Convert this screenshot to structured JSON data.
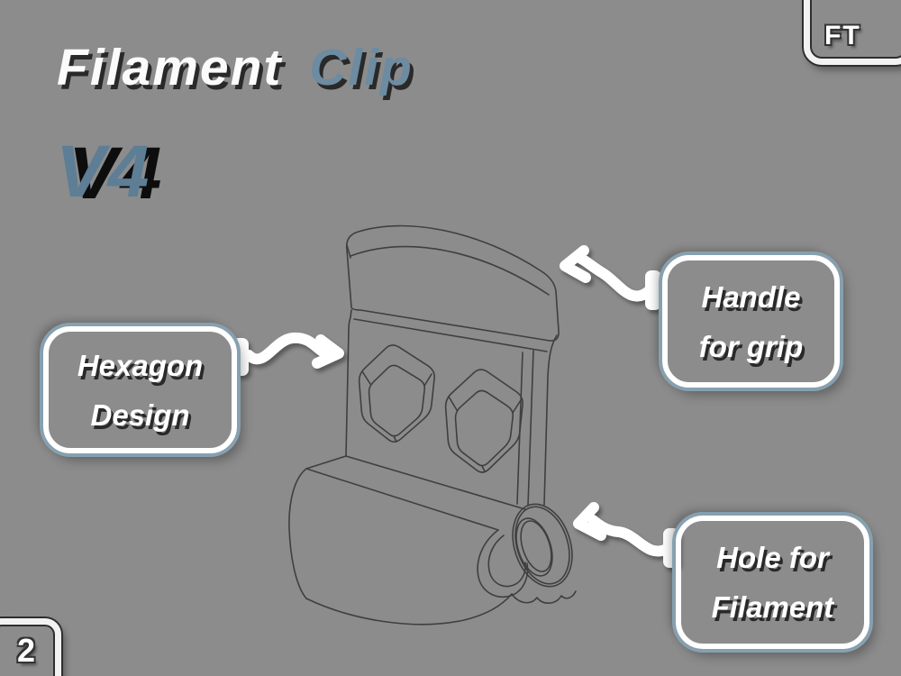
{
  "slide": {
    "background_color": "#8c8c8c",
    "wireframe_line_color": "#3f3f3f",
    "accent_blue": "#6d8ba1",
    "version_blue": "#5d7e95",
    "callout_ring_color": "#87a0b0",
    "arrow_color": "#ffffff"
  },
  "header": {
    "title_word1": "Filament",
    "title_word2": "Clip",
    "version": "V4"
  },
  "badges": {
    "top_right_label": "FT",
    "page_number": "2"
  },
  "callouts": [
    {
      "name": "hexagon-design",
      "line1": "Hexagon",
      "line2": "Design"
    },
    {
      "name": "handle-for-grip",
      "line1": "Handle",
      "line2": "for grip"
    },
    {
      "name": "hole-for-filament",
      "line1": "Hole for",
      "line2": "Filament"
    }
  ],
  "model": {
    "description": "isometric-wireframe-of-filament-clip"
  }
}
